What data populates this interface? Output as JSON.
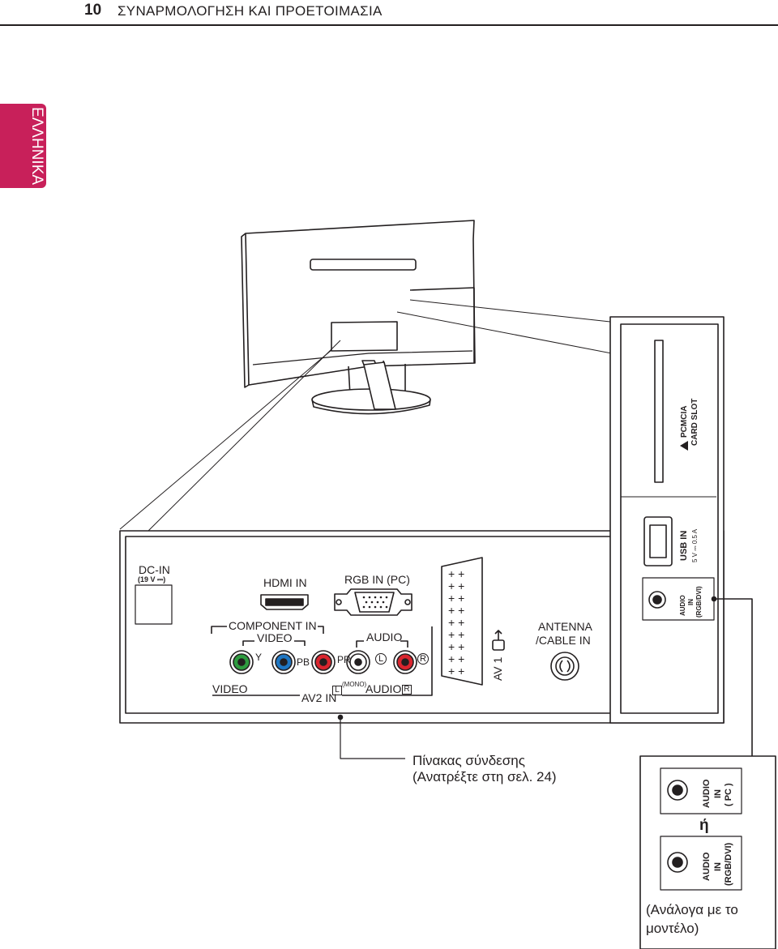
{
  "header": {
    "page_number": "10",
    "title": "ΣΥΝΑΡΜΟΛΟΓΗΣΗ ΚΑΙ ΠΡΟΕΤΟΙΜΑΣΙΑ"
  },
  "language_tab": {
    "label": "ΕΛΛΗΝΙΚΑ",
    "color": "#c8205a"
  },
  "panel": {
    "dc_in": "DC-IN",
    "dc_in_spec": "(19 V ⎓)",
    "hdmi_in": "HDMI IN",
    "rgb_in": "RGB IN (PC)",
    "component_in": "COMPONENT IN",
    "video_sub": "VIDEO",
    "audio_sub": "AUDIO",
    "y": "Y",
    "pb": "PB",
    "pr": "PR",
    "l": "L",
    "r": "R",
    "video_bottom": "VIDEO",
    "mono": "(MONO)",
    "audio_bottom": "AUDIO",
    "av2_in": "AV2 IN",
    "av1": "AV 1",
    "antenna_line1": "ANTENNA",
    "antenna_line2": "/CABLE IN"
  },
  "side_panel": {
    "pcmcia_line1": "PCMCIA",
    "pcmcia_line2": "CARD SLOT",
    "usb_in": "USB IN",
    "usb_spec": "5 V ⎓ 0.5 A",
    "audio_in_line1": "AUDIO",
    "audio_in_line2": "IN",
    "audio_in_line3": "(RGB/DVI)"
  },
  "connection_panel": {
    "line1": "Πίνακας σύνδεσης",
    "line2": "(Ανατρέξτε στη σελ. 24)"
  },
  "variants": {
    "pc_line1": "AUDIO",
    "pc_line2": "IN",
    "pc_line3": "( PC )",
    "or": "ή",
    "rgb_line1": "AUDIO",
    "rgb_line2": "IN",
    "rgb_line3": "(RGB/DVI)",
    "note_line1": "(Ανάλογα με το",
    "note_line2": "μοντέλο)"
  },
  "colors": {
    "green_jack": "#2e9b3f",
    "blue_jack": "#1e76c2",
    "red_jack": "#d9252e",
    "accent": "#c8205a",
    "line": "#231f20"
  }
}
